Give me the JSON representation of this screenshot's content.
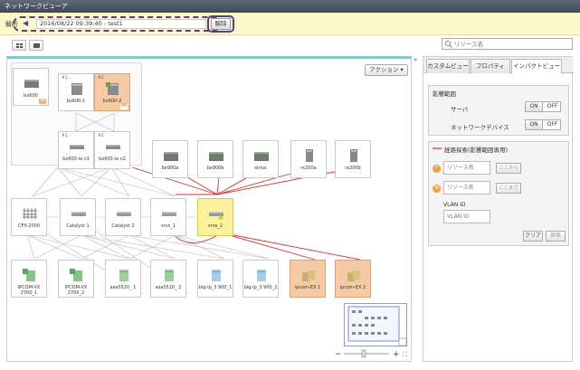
{
  "window": {
    "title": "ネットワークビューア"
  },
  "analysis": {
    "label": "解析",
    "value": "2016/08/22 09:39:40 - test1",
    "release_label": "解除"
  },
  "search": {
    "placeholder": "リソース名"
  },
  "canvas": {
    "action_label": "アクション ▾",
    "nodes": {
      "bx600": {
        "label": "bx600"
      },
      "bx600_1": {
        "label": "bx600-1",
        "num": "#1"
      },
      "bx600_2": {
        "label": "bx600-2",
        "num": "#2"
      },
      "bx600_ia1": {
        "label": "bx600-ia n1",
        "num": "#1"
      },
      "bx600_ia2": {
        "label": "bx600-ia n2",
        "num": "#2"
      },
      "bx900a": {
        "label": "bx900a"
      },
      "bx900b": {
        "label": "bx900b"
      },
      "sirius": {
        "label": "sirius"
      },
      "rx200a": {
        "label": "rx200a"
      },
      "rx200b": {
        "label": "rx200b"
      },
      "cfx2000": {
        "label": "CFX-2000"
      },
      "catalyst1": {
        "label": "Catalyst 1"
      },
      "catalyst2": {
        "label": "Catalyst 2"
      },
      "srvs1": {
        "label": "srvs_1"
      },
      "srvs2": {
        "label": "srvs_2"
      },
      "ipcom1": {
        "label": "IPCOM-VX 2700_1"
      },
      "ipcom2": {
        "label": "IPCOM-VX 2700_2"
      },
      "asa1": {
        "label": "asa5520_ 1"
      },
      "asa2": {
        "label": "asa5520_ 2"
      },
      "bigip1": {
        "label": "big-ip_3 900_1"
      },
      "bigip2": {
        "label": "big-ip_3 900_2"
      },
      "ipcomex1": {
        "label": "ipcom-EX 1"
      },
      "ipcomex2": {
        "label": "ipcom-EX 2"
      }
    },
    "badge": "99"
  },
  "panel": {
    "tabs": [
      "カスタムビュー",
      "プロパティ",
      "インパクトビュー"
    ],
    "impact": {
      "title": "影響範囲",
      "server_label": "サーバ",
      "netdev_label": "ネットワークデバイス",
      "on_label": "ON",
      "off_label": "OFF"
    },
    "route": {
      "title": "経路探索(影響範囲専用)",
      "from_placeholder": "リソース名",
      "to_placeholder": "リソース名",
      "from_button": "ここから",
      "to_button": "ここまで",
      "from_marker": "F",
      "to_marker": "To",
      "vlan_label": "VLAN ID",
      "vlan_placeholder": "VLAN ID",
      "clear_label": "クリア",
      "search_label": "探索"
    }
  },
  "colors": {
    "accent": "#7ecdc4",
    "highlight_orange": "#f6caa4",
    "highlight_yellow": "#fbf29a",
    "route_red": "#d93030",
    "outline_purple": "#5b3d8c"
  }
}
